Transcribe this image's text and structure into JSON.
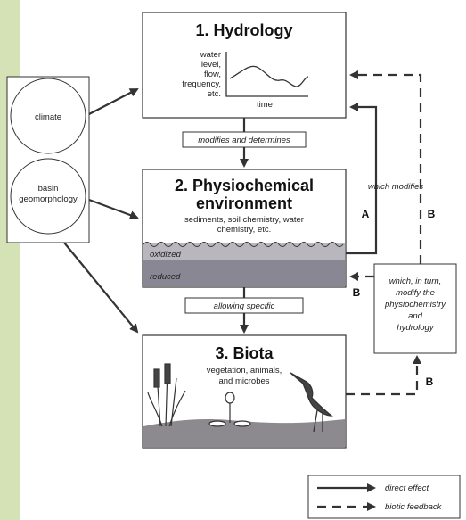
{
  "colors": {
    "side_strip": "#d4e2b6",
    "stroke": "#333333",
    "water": "#f5f5f5",
    "oxidized": "#b9b7bd",
    "reduced": "#8a8794",
    "ground": "#8d8a8f"
  },
  "drivers": {
    "climate": "climate",
    "basin_line1": "basin",
    "basin_line2": "geomorphology"
  },
  "hydrology": {
    "title": "1. Hydrology",
    "graph_ylabels": [
      "water",
      "level,",
      "flow,",
      "frequency,",
      "etc."
    ],
    "graph_xlabel": "time"
  },
  "connector1": "modifies and determines",
  "physio": {
    "title_line1": "2. Physiochemical",
    "title_line2": "environment",
    "subtitle_line1": "sediments, soil chemistry, water",
    "subtitle_line2": "chemistry, etc.",
    "oxidized": "oxidized",
    "reduced": "reduced"
  },
  "connector2": "allowing specific",
  "biota": {
    "title": "3. Biota",
    "subtitle_line1": "vegetation, animals,",
    "subtitle_line2": "and microbes"
  },
  "feedback_text": {
    "which_modifies": "which modifies",
    "label_A": "A",
    "label_B_right": "B",
    "label_B_reduced": "B",
    "label_B_bottom": "B",
    "turn_lines": [
      "which, in turn,",
      "modify the",
      "physiochemistry",
      "and",
      "hydrology"
    ]
  },
  "legend": {
    "direct": "direct effect",
    "biotic": "biotic feedback"
  }
}
